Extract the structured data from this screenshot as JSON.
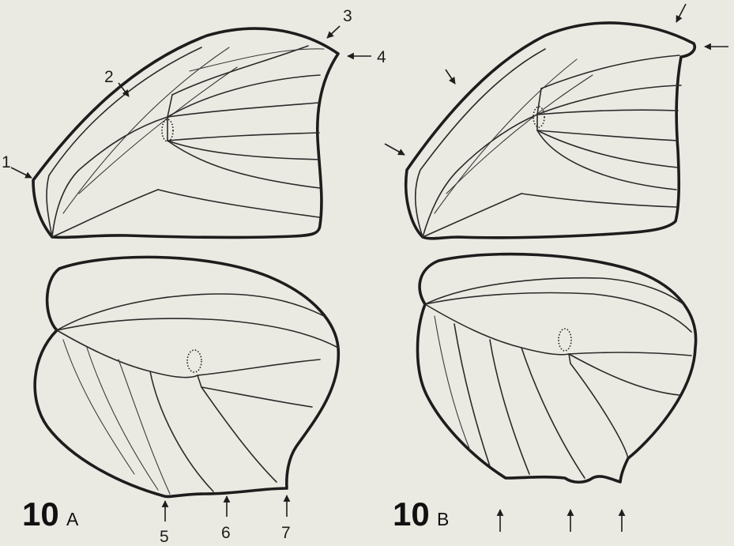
{
  "figure_labels": {
    "a": {
      "number": "10",
      "letter": "A"
    },
    "b": {
      "number": "10",
      "letter": "B"
    }
  },
  "markers": {
    "m1": "1",
    "m2": "2",
    "m3": "3",
    "m4": "4",
    "m5": "5",
    "m6": "6",
    "m7": "7"
  },
  "colors": {
    "background": "#ebeae2",
    "ink": "#1d1d1d"
  }
}
